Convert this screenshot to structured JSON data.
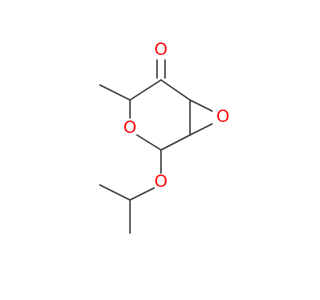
{
  "molecule": {
    "atoms": [
      {
        "id": "O_carbonyl",
        "symbol": "O",
        "color": "#ff0d0d"
      },
      {
        "id": "O_epoxide",
        "symbol": "O",
        "color": "#ff0d0d"
      },
      {
        "id": "O_ring",
        "symbol": "O",
        "color": "#ff0d0d"
      },
      {
        "id": "O_ether",
        "symbol": "O",
        "color": "#ff0d0d"
      }
    ],
    "bond_color": "#444444"
  }
}
